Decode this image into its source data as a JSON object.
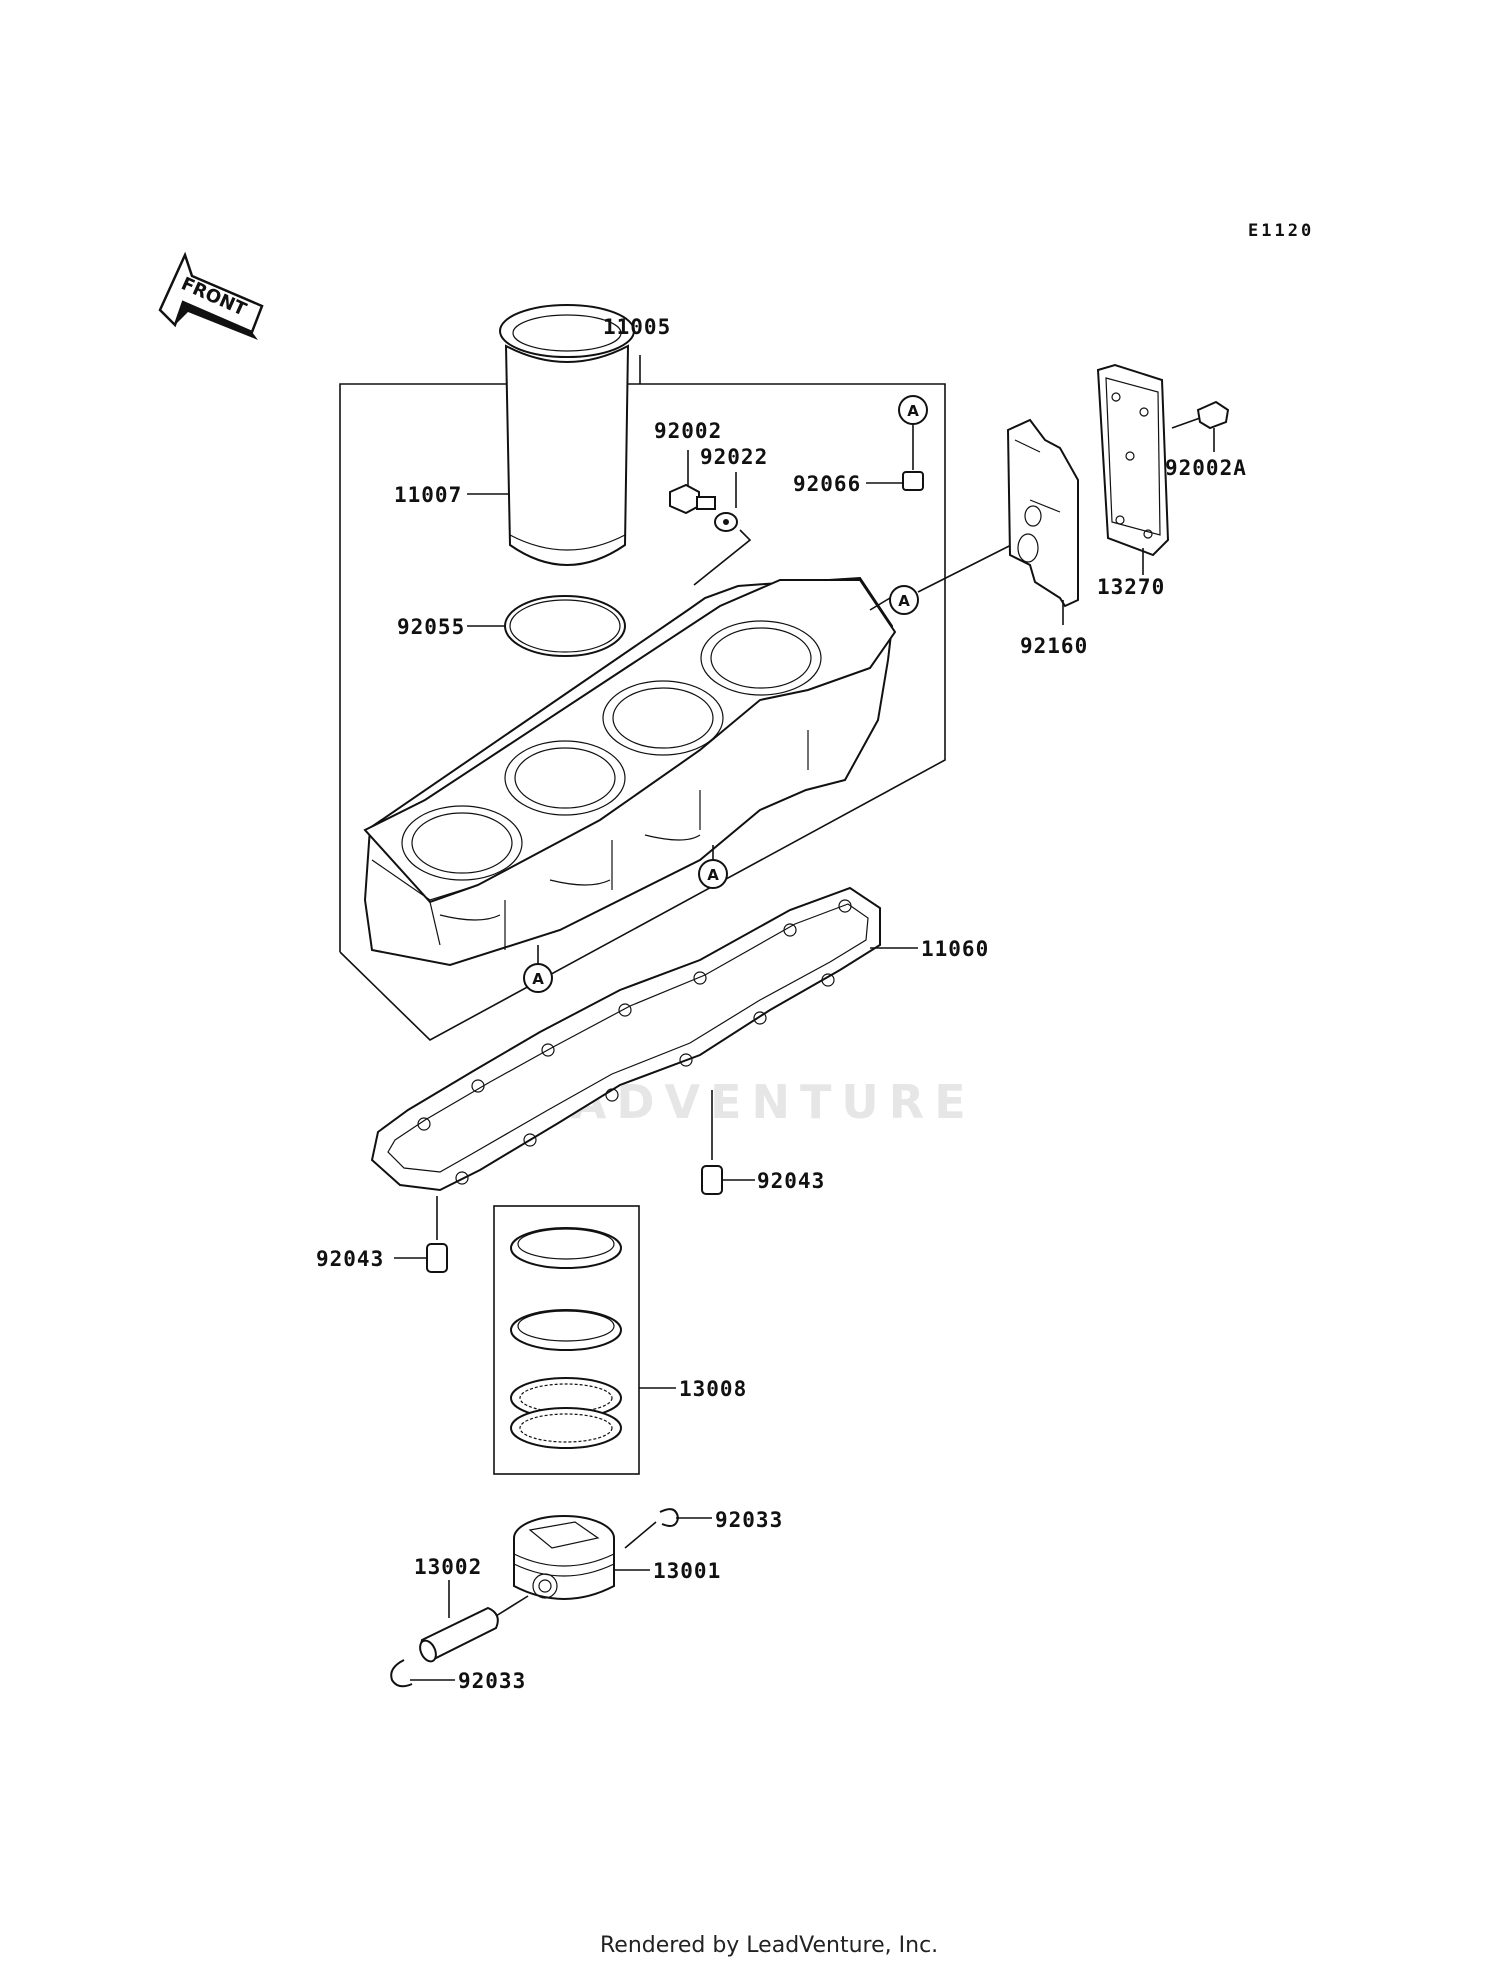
{
  "diagram_code": "E1120",
  "front_label": "FRONT",
  "ref_marker": "A",
  "watermark": "LEADVENTURE",
  "footer": "Rendered by LeadVenture, Inc.",
  "parts": [
    {
      "id": "p11005",
      "number": "11005"
    },
    {
      "id": "p11007",
      "number": "11007"
    },
    {
      "id": "p92002",
      "number": "92002"
    },
    {
      "id": "p92022",
      "number": "92022"
    },
    {
      "id": "p92066",
      "number": "92066"
    },
    {
      "id": "p92055",
      "number": "92055"
    },
    {
      "id": "p92002A",
      "number": "92002A"
    },
    {
      "id": "p13270",
      "number": "13270"
    },
    {
      "id": "p92160",
      "number": "92160"
    },
    {
      "id": "p11060",
      "number": "11060"
    },
    {
      "id": "p92043a",
      "number": "92043"
    },
    {
      "id": "p92043b",
      "number": "92043"
    },
    {
      "id": "p13008",
      "number": "13008"
    },
    {
      "id": "p92033a",
      "number": "92033"
    },
    {
      "id": "p13001",
      "number": "13001"
    },
    {
      "id": "p13002",
      "number": "13002"
    },
    {
      "id": "p92033b",
      "number": "92033"
    }
  ]
}
